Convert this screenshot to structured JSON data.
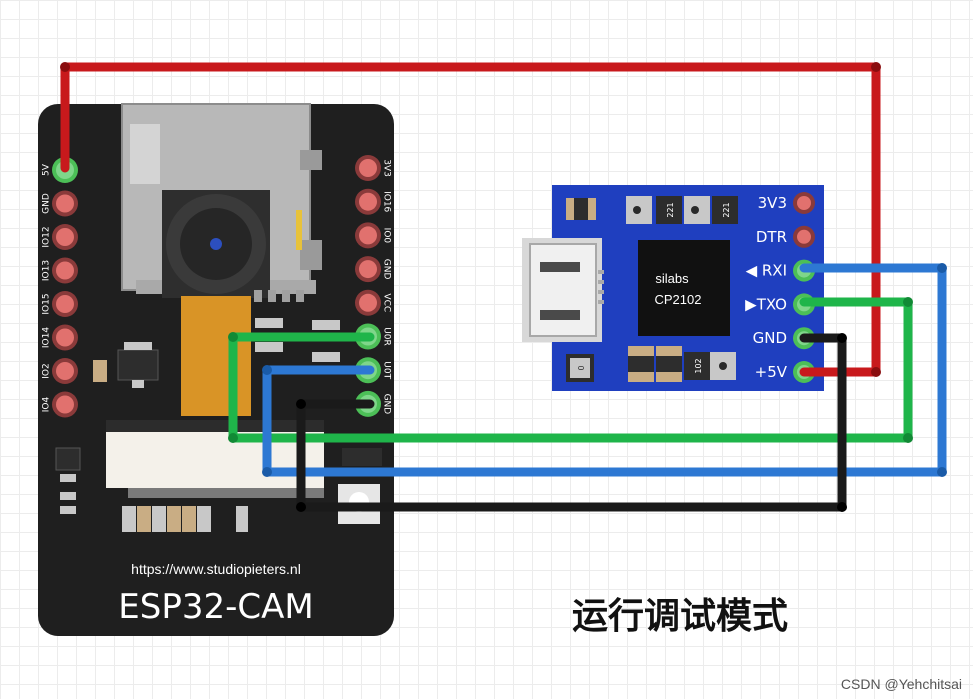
{
  "esp32cam": {
    "url": "https://www.studiopieters.nl",
    "name": "ESP32-CAM",
    "left_pins": [
      "5V",
      "GND",
      "IO12",
      "IO13",
      "IO15",
      "IO14",
      "IO2",
      "IO4"
    ],
    "right_pins": [
      "3V3",
      "IO16",
      "IO0",
      "GND",
      "VCC",
      "U0R",
      "U0T",
      "GND"
    ]
  },
  "cp2102": {
    "chip_brand": "silabs",
    "chip_model": "CP2102",
    "pins": [
      "3V3",
      "DTR",
      "◀ RXI",
      "▶TXO",
      "GND",
      "+5V"
    ],
    "resistor_label": "221",
    "resistor_label_2": "102",
    "cap_label": "0"
  },
  "caption": "运行调试模式",
  "watermark": "CSDN @Yehchitsai",
  "colors": {
    "board_black": "#1f1f1f",
    "board_blue": "#1f3fbf",
    "wire_red": "#c8191c",
    "wire_green": "#1fb54a",
    "wire_blue": "#2d78d3",
    "wire_black": "#1a1a1a",
    "pad_pink": "#e1716e",
    "pad_green": "#4cbf57"
  }
}
